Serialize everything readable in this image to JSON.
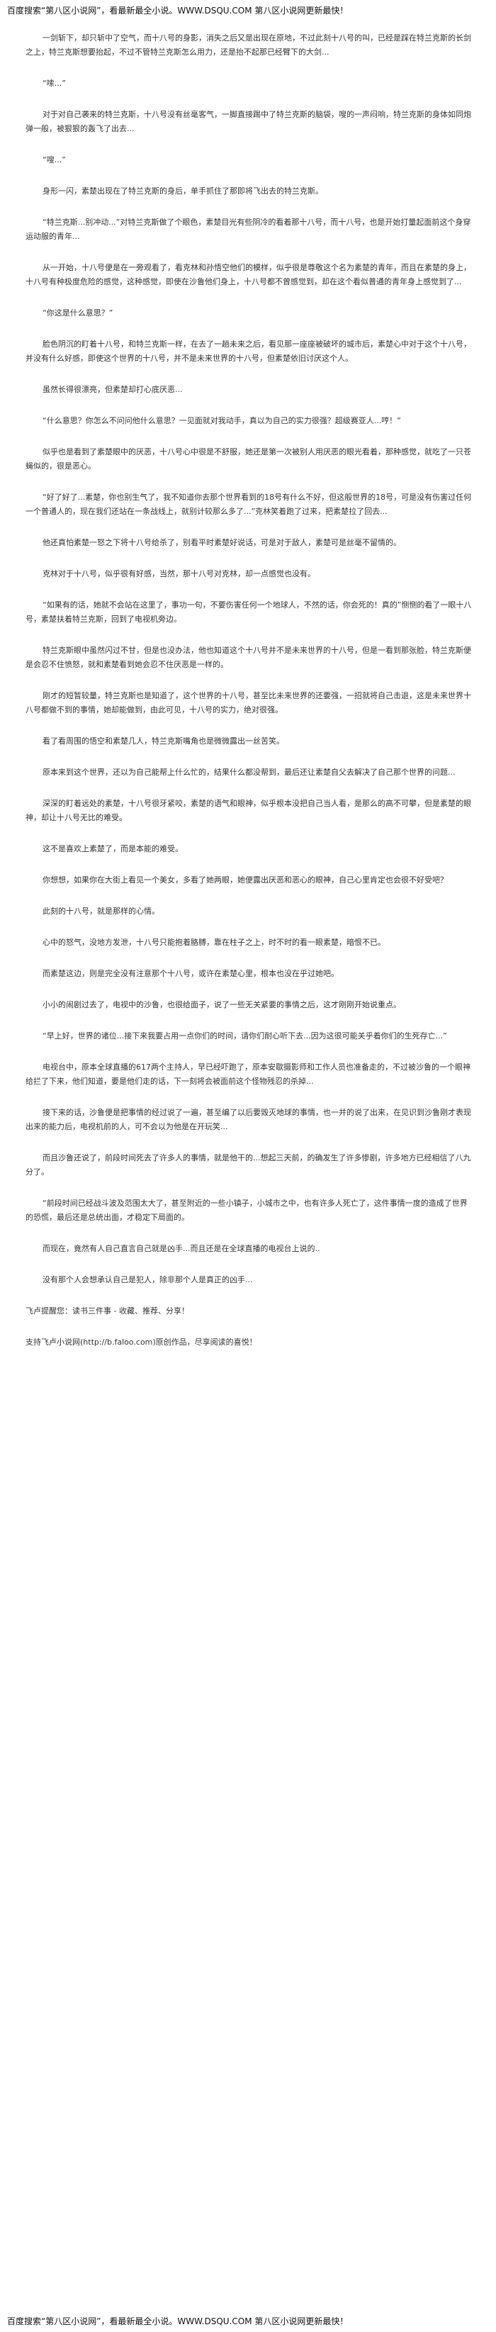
{
  "banner": {
    "top": "百度搜索“第八区小说网”，看最新最全小说。WWW.DSQU.COM  第八区小说网更新最快！",
    "bottom": "百度搜索“第八区小说网”，看最新最全小说。WWW.DSQU.COM  第八区小说网更新最快！"
  },
  "paragraphs": [
    "一剑斩下，却只斩中了空气，而十八号的身影，消失之后又是出现在原地，不过此刻十八号的叫，已经是踩在特兰克斯的长剑之上，特兰克斯想要抬起，不过不管特兰克斯怎么用力，还是抬不起那已经臂下的大剑...",
    "“嗦...”",
    "对于对自己袭来的特兰克斯，十八号没有丝毫客气，一脚直接踢中了特兰克斯的脑袋，嗖的一声闷响，特兰克斯的身体如同炮弹一般，被狠狠的轰飞了出去...",
    "“嗖...”",
    "身形一闪，素楚出现在了特兰克斯的身后，单手抓住了那即将飞出去的特兰克斯。",
    "“特兰克斯...别冲动...”对特兰克斯做了个眼色，素楚目光有些阴冷的看着那十八号，而十八号，也是开始打量起面前这个身穿运动服的青年...",
    "从一开始，十八号便是在一旁观看了，看克林和孙悟空他们的模样，似乎很是尊敬这个名为素楚的青年，而且在素楚的身上，十八号有种极度危险的感觉，这种感觉，即使在沙鲁他们身上，十八号都不曾感觉到，却在这个看似普通的青年身上感觉到了...",
    "“你这是什么意思？”",
    "脸色阴沉的盯着十八号，和特兰克斯一样，在去了一趟未来之后，看见那一座座被破坏的城市后，素楚心中对于这个十八号，并没有什么好感，即使这个世界的十八号，并不是未来世界的十八号，但素楚依旧讨厌这个人。",
    "虽然长得很漂亮，但素楚却打心底厌恶...",
    "“什么意思？你怎么不问问他什么意思？一见面就对我动手，真以为自己的实力很强？超级赛亚人...哼！”",
    "似乎也是看到了素楚眼中的厌恶，十八号心中很是不舒服，她还是第一次被别人用厌恶的眼光看着，那种感觉，就吃了一只苍蝇似的，很是恶心。",
    "“好了好了...素楚，你也别生气了，我不知道你去那个世界看到的18号有什么不好，但这般世界的18号，可是没有伤害过任何一个普通人的，现在我们还站在一条战线上，就别计较那么多了...”克林笑着跑了过来，把素楚拉了回去...",
    "他还真怕素楚一怒之下将十八号给杀了，别看平时素楚好说话，可是对于敌人，素楚可是丝毫不留情的。",
    "克林对于十八号，似乎很有好感，当然，那十八号对克林，却一点感觉也没有。",
    "“如果有的话，她就不会站在这里了，事功一句，不要伤害任何一个地球人，不然的话，你会死的！真的”恻恻的看了一眼十八号，素楚扶着特兰克斯，回到了电视机旁边。",
    "特兰克斯眼中虽然闪过不甘，但是也没办法，他也知道这个十八号并不是未来世界的十八号，但是一看到那张脸，特兰克斯便是会忍不住愤怒，就和素楚看到她会忍不住厌恶是一样的。",
    "刚才的短暂较量，特兰克斯也是知道了，这个世界的十八号，甚至比未来世界的还要强，一招就将自己击退，这是未来世界十八号都做不到的事情，她却能做到，由此可见，十八号的实力，绝对很强。",
    "看了看周围的悟空和素楚几人，特兰克斯嘴角也是微微露出一丝苦笑。",
    "原本来到这个世界，还以为自己能帮上什么忙的，结果什么都没帮到，最后还让素楚自父去解决了自己那个世界的问题...",
    "深深的盯着远处的素楚，十八号很牙紧咬，素楚的语气和眼神，似乎根本没把自己当人看，是那么的高不可攀，但是素楚的眼神，却让十八号无比的难受。",
    "这不是喜欢上素楚了，而是本能的难受。",
    "你想想，如果你在大街上看见一个美女，多看了她两眼，她便露出厌恶和恶心的眼神，自己心里肯定也会很不好受吧？",
    "此刻的十八号，就是那样的心情。",
    "心中的怒气，没地方发泄，十八号只能抱着胳膊，靠在柱子之上，时不时的看一眼素楚，暗恨不已。",
    "而素楚这边，则是完全没有注意那个十八号，或许在素楚心里，根本也没在乎过她吧。",
    "小小的闹剧过去了，电视中的沙鲁，也很给面子，说了一些无关紧要的事情之后，这才刚刚开始说重点。",
    "“早上好，世界的诸位...接下来我要占用一点你们的时间，请你们耐心听下去...因为这很可能关乎着你们的生死存亡...”",
    "电视台中，原本全球直播的617两个主持人，早已经吓跑了，原本安歇摄影师和工作人员也准备走的，不过被沙鲁的一个眼神给拦了下来，他们知道，要是他们走的话，下一刻将会被面前这个怪物残忍的杀掉...",
    "接下来的话，沙鲁便是把事情的经过说了一遍，甚至编了以后要毁灭地球的事情，也一并的说了出来，在见识到沙鲁刚才表现出来的能力后，电视机前的人，可不会以为他是在开玩笑...",
    "而且沙鲁还说了，前段时间死去了许多人的事情，就是他干的...想起三天前，的确发生了许多惨剧，许多地方已经相信了八九分了。",
    "“前段时间已经战斗波及范围太大了，甚至附近的一些小镇子，小城市之中，也有许多人死亡了，这件事情一度的造成了世界的恐慌，最后还是总统出面，才稳定下局面的。",
    "而现在，竟然有人自己直言自己就是凶手...而且还是在全球直播的电视台上说的..",
    "没有那个人会想承认自己是犯人，除非那个人是真正的凶手..."
  ],
  "footer": {
    "line1": "飞卢提醒您：读书三件事 - 收藏、推荐、分享！",
    "line2": "支持飞卢小说网(http://b.faloo.com)原创作品，尽享阅读的喜悦！"
  }
}
